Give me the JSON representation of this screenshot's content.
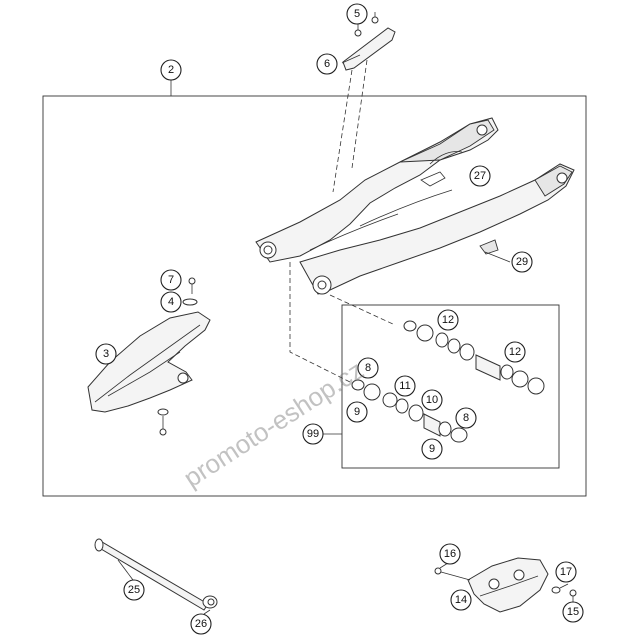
{
  "callouts": [
    "5",
    "6",
    "2",
    "27",
    "29",
    "7",
    "4",
    "12",
    "3",
    "8",
    "11",
    "12",
    "10",
    "9",
    "8",
    "99",
    "9",
    "16",
    "17",
    "25",
    "14",
    "15",
    "26"
  ],
  "watermark": "promoto-eshop.cz",
  "colors": {
    "line": "#333333",
    "fill": "#f4f4f4",
    "background": "#ffffff",
    "watermark": "#8a8a8a"
  }
}
